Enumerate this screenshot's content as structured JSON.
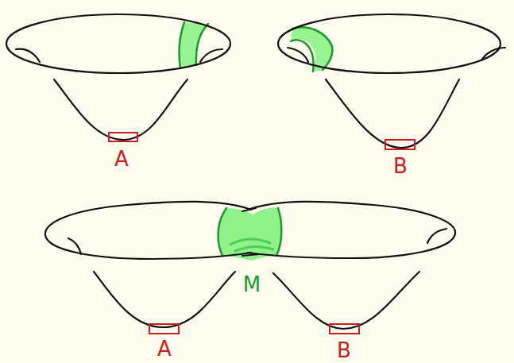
{
  "diagram": {
    "labels": [
      "A",
      "B",
      "A",
      "M",
      "B"
    ]
  }
}
